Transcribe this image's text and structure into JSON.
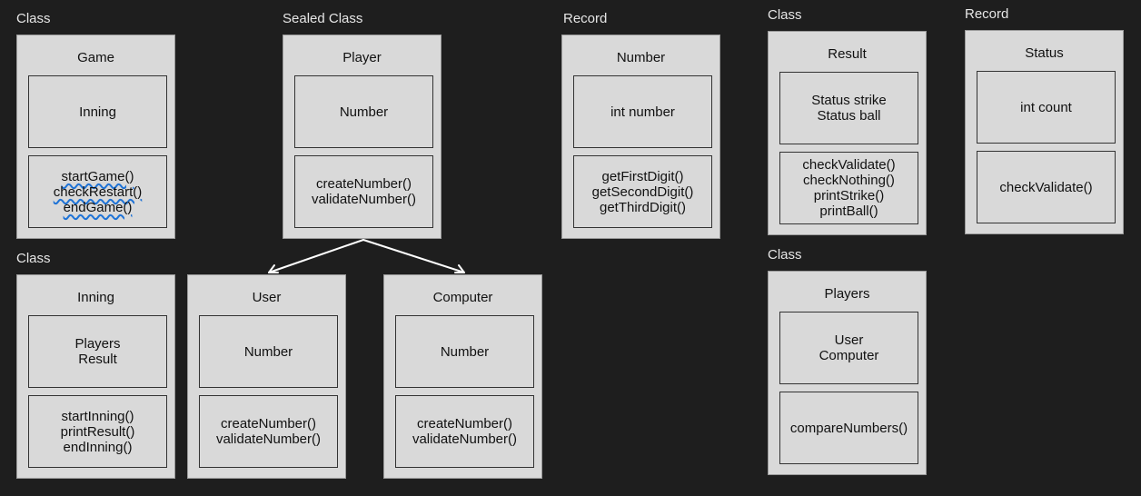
{
  "colors": {
    "background": "#1e1e1e",
    "card": "#d9d9d9",
    "arrow": "#ffffff",
    "squiggle": "#1f73d6"
  },
  "game": {
    "kind": "Class",
    "name": "Game",
    "fields": [
      "Inning"
    ],
    "methods": [
      "startGame()",
      "checkRestart()",
      "endGame()"
    ]
  },
  "player": {
    "kind": "Sealed Class",
    "name": "Player",
    "fields": [
      "Number"
    ],
    "methods": [
      "createNumber()",
      "validateNumber()"
    ]
  },
  "number": {
    "kind": "Record",
    "name": "Number",
    "fields": [
      "int number"
    ],
    "methods": [
      "getFirstDigit()",
      "getSecondDigit()",
      "getThirdDigit()"
    ]
  },
  "result": {
    "kind": "Class",
    "name": "Result",
    "fields": [
      "Status strike",
      "Status ball"
    ],
    "methods": [
      "checkValidate()",
      "checkNothing()",
      "printStrike()",
      "printBall()"
    ]
  },
  "status": {
    "kind": "Record",
    "name": "Status",
    "fields": [
      "int count"
    ],
    "methods": [
      "checkValidate()"
    ]
  },
  "inning": {
    "kind": "Class",
    "name": "Inning",
    "fields": [
      "Players",
      "Result"
    ],
    "methods": [
      "startInning()",
      "printResult()",
      "endInning()"
    ]
  },
  "user": {
    "name": "User",
    "fields": [
      "Number"
    ],
    "methods": [
      "createNumber()",
      "validateNumber()"
    ]
  },
  "computer": {
    "name": "Computer",
    "fields": [
      "Number"
    ],
    "methods": [
      "createNumber()",
      "validateNumber()"
    ]
  },
  "players": {
    "kind": "Class",
    "name": "Players",
    "fields": [
      "User",
      "Computer"
    ],
    "methods": [
      "compareNumbers()"
    ]
  }
}
